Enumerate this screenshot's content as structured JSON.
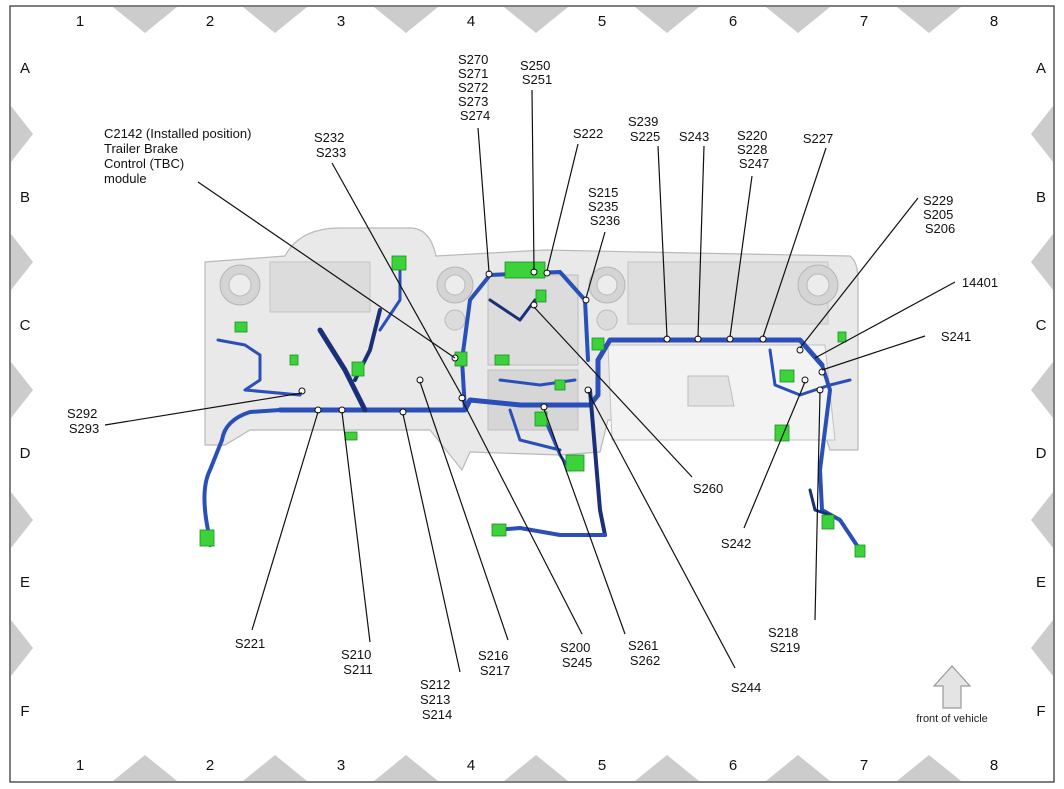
{
  "grid": {
    "columns": [
      "1",
      "2",
      "3",
      "4",
      "5",
      "6",
      "7",
      "8"
    ],
    "rows": [
      "A",
      "B",
      "C",
      "D",
      "E",
      "F"
    ]
  },
  "callouts": [
    {
      "id": "s270",
      "lines": [
        "S270",
        "S271",
        "S272",
        "S273",
        "S274"
      ]
    },
    {
      "id": "s250",
      "lines": [
        "S250",
        "S251"
      ]
    },
    {
      "id": "c2142",
      "lines": [
        "C2142  (Installed position)",
        "Trailer Brake",
        "Control (TBC)",
        "module"
      ]
    },
    {
      "id": "s232",
      "lines": [
        "S232",
        "S233"
      ]
    },
    {
      "id": "s222",
      "lines": [
        "S222"
      ]
    },
    {
      "id": "s239",
      "lines": [
        "S239",
        "S225"
      ]
    },
    {
      "id": "s243",
      "lines": [
        "S243"
      ]
    },
    {
      "id": "s220",
      "lines": [
        "S220",
        "S228",
        "S247"
      ]
    },
    {
      "id": "s227",
      "lines": [
        "S227"
      ]
    },
    {
      "id": "s215",
      "lines": [
        "S215",
        "S235",
        "S236"
      ]
    },
    {
      "id": "s229",
      "lines": [
        "S229",
        "S205",
        "S206"
      ]
    },
    {
      "id": "c14401",
      "lines": [
        "14401"
      ]
    },
    {
      "id": "s241",
      "lines": [
        "S241"
      ]
    },
    {
      "id": "s292",
      "lines": [
        "S292",
        "S293"
      ]
    },
    {
      "id": "s260",
      "lines": [
        "S260"
      ]
    },
    {
      "id": "s242",
      "lines": [
        "S242"
      ]
    },
    {
      "id": "s221",
      "lines": [
        "S221"
      ]
    },
    {
      "id": "s210",
      "lines": [
        "S210",
        "S211"
      ]
    },
    {
      "id": "s212",
      "lines": [
        "S212",
        "S213",
        "S214"
      ]
    },
    {
      "id": "s216",
      "lines": [
        "S216",
        "S217"
      ]
    },
    {
      "id": "s200",
      "lines": [
        "S200",
        "S245"
      ]
    },
    {
      "id": "s261",
      "lines": [
        "S261",
        "S262"
      ]
    },
    {
      "id": "s244",
      "lines": [
        "S244"
      ]
    },
    {
      "id": "s218",
      "lines": [
        "S218",
        "S219"
      ]
    }
  ],
  "front_label": "front of vehicle",
  "colors": {
    "harness": "#2b4fb8",
    "harness_dark": "#1a2f7a",
    "connector": "#3bd23b",
    "panel": "#e6e6e6",
    "panel_edge": "#b9b9b9",
    "frame": "#555555",
    "marker": "#cccccc"
  }
}
